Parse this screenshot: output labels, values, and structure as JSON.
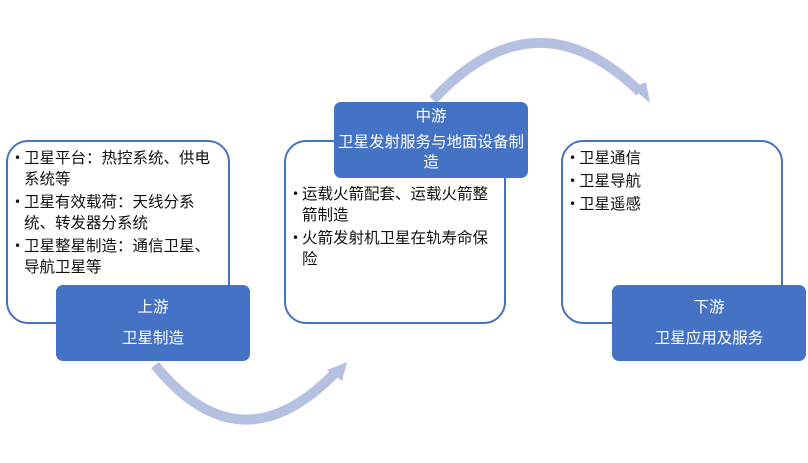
{
  "colors": {
    "accent": "#4472c4",
    "arrow": "#b4c1e1",
    "text": "#111111"
  },
  "stages": [
    {
      "stage": "上游",
      "title": "卫星制造",
      "items": [
        "卫星平台：热控系统、供电系统等",
        "卫星有效载荷：天线分系统、转发器分系统",
        "卫星整星制造：通信卫星、导航卫星等"
      ]
    },
    {
      "stage": "中游",
      "title": "卫星发射服务与地面设备制造",
      "items": [
        "运载火箭配套、运载火箭整箭制造",
        "火箭发射机卫星在轨寿命保险"
      ]
    },
    {
      "stage": "下游",
      "title": "卫星应用及服务",
      "items": [
        "卫星通信",
        "卫星导航",
        "卫星遥感"
      ]
    }
  ],
  "bullet": "•",
  "icons": [
    "curved-arrow-down-icon",
    "curved-arrow-up-icon"
  ]
}
